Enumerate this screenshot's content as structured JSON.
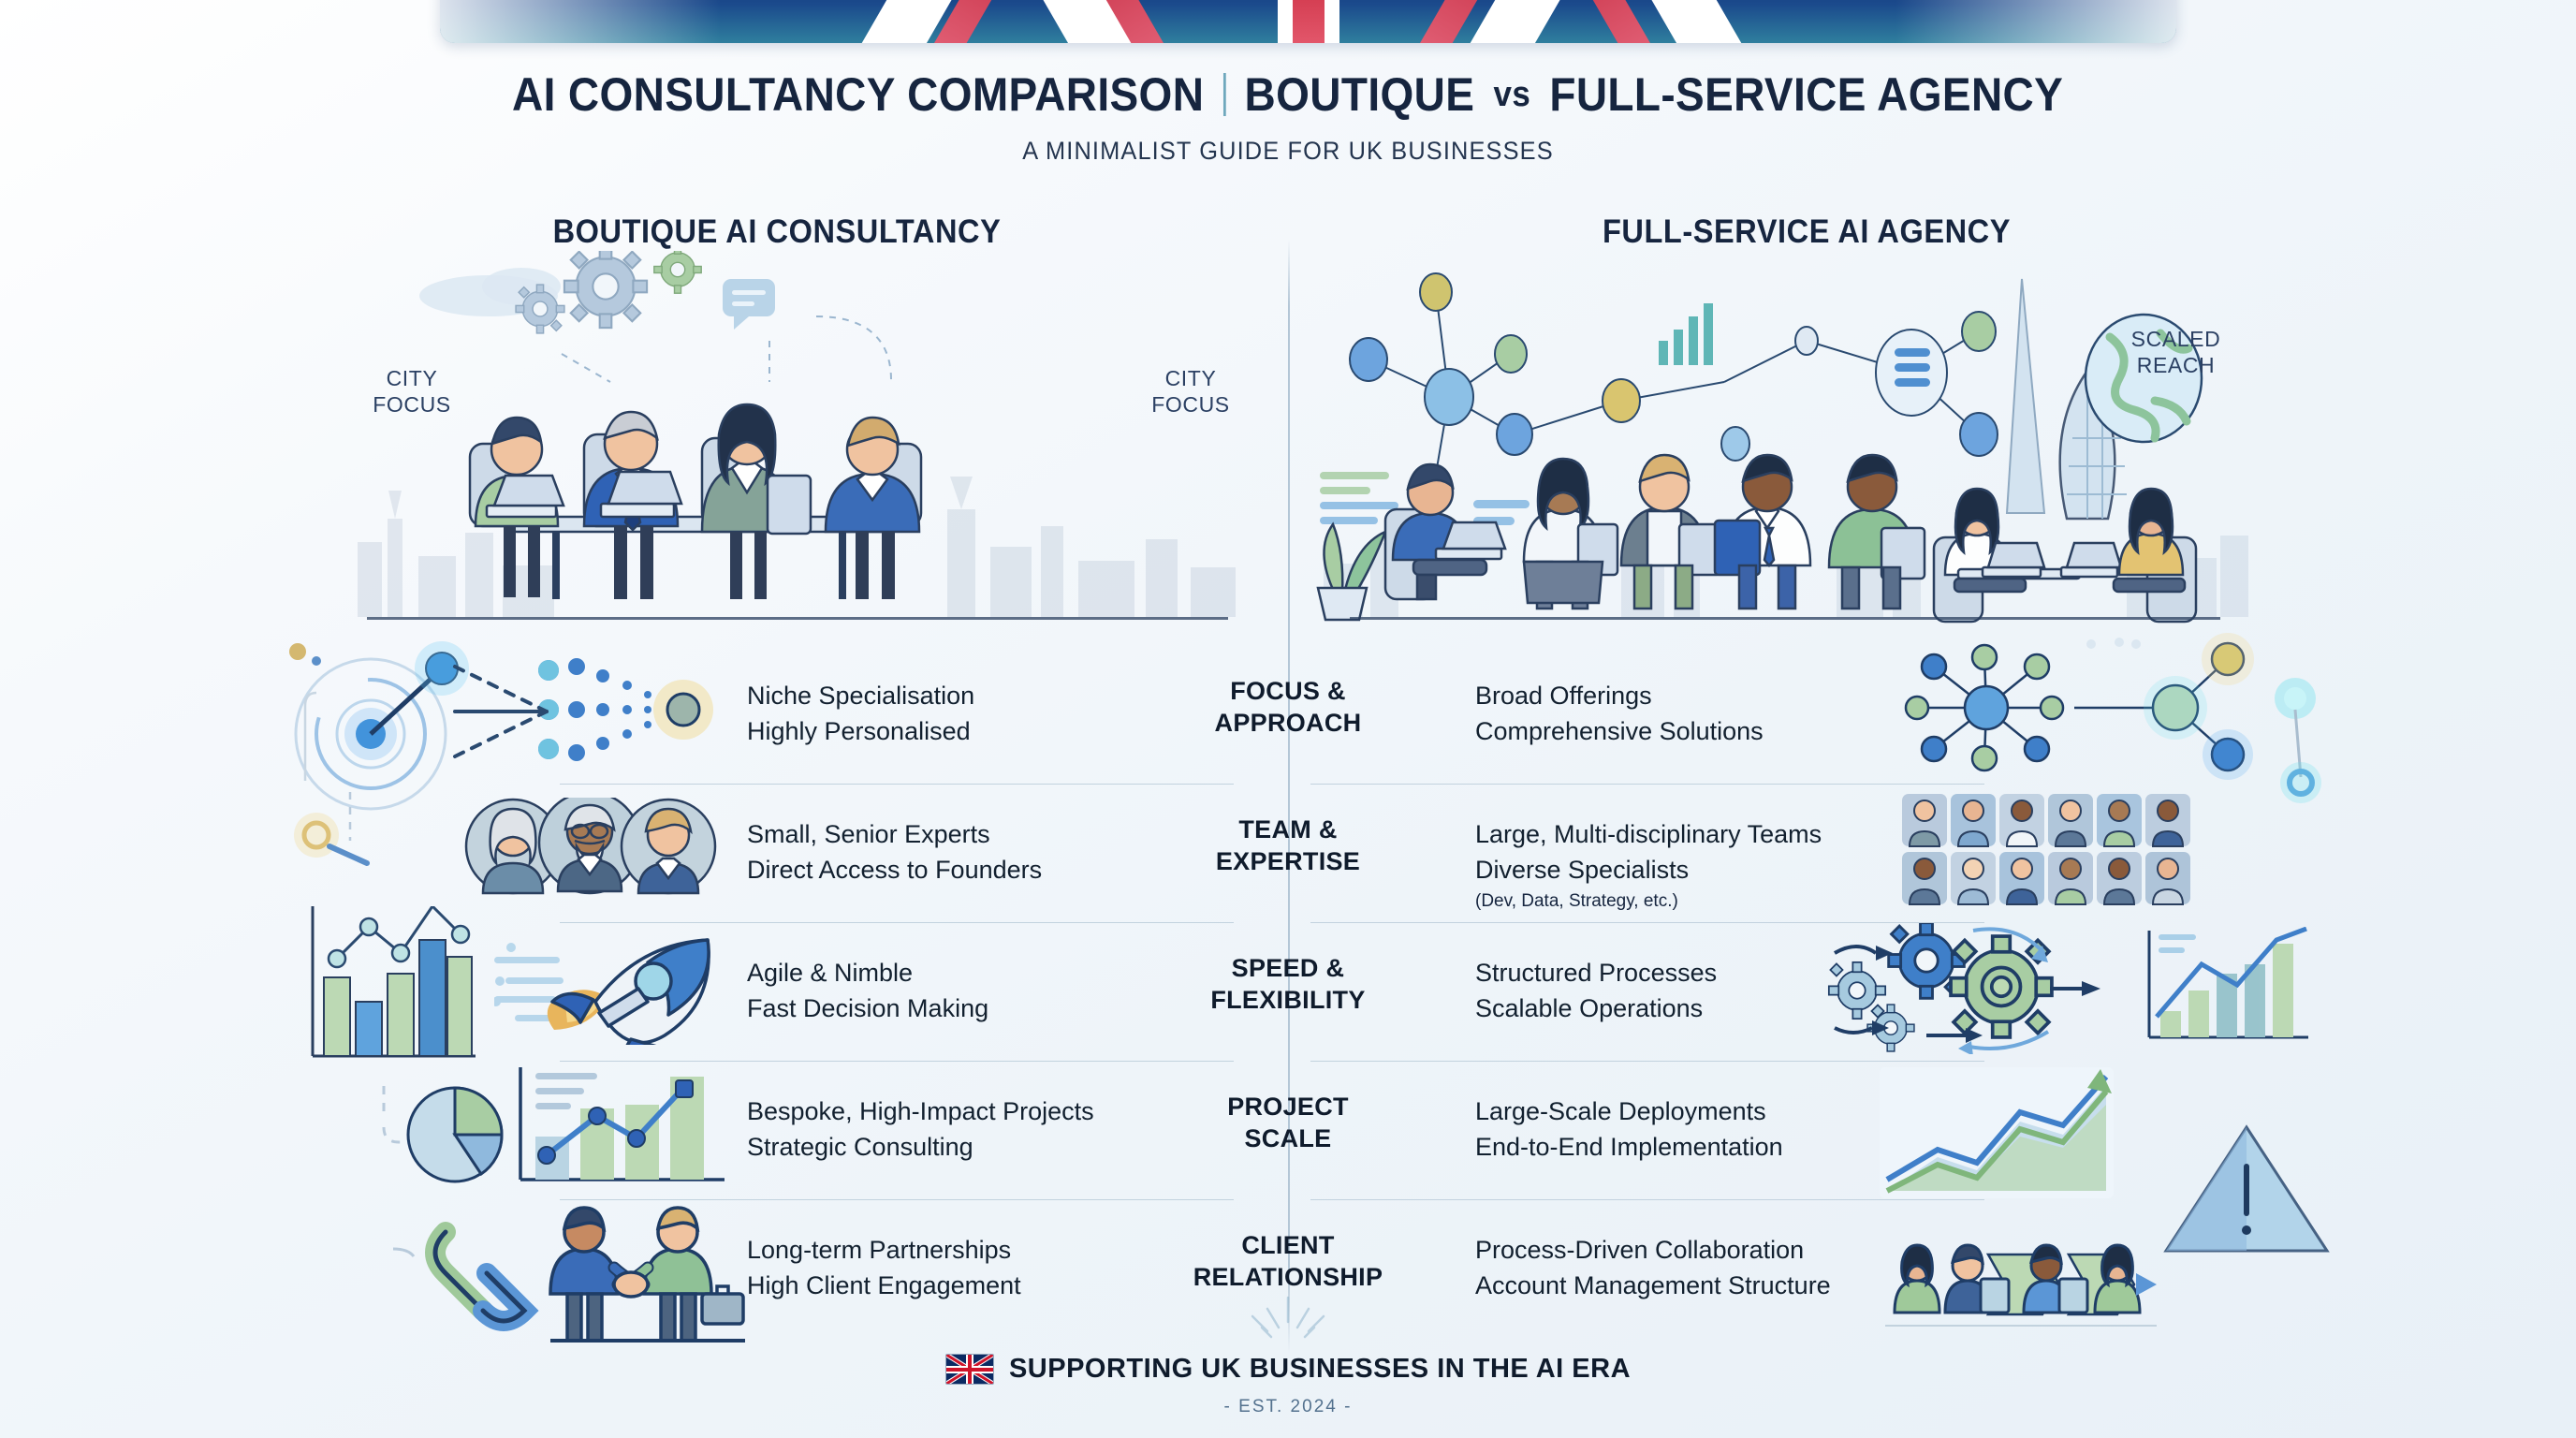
{
  "header": {
    "title_left": "AI CONSULTANCY COMPARISON",
    "title_right_a": "BOUTIQUE",
    "title_vs": "vs",
    "title_right_b": "FULL-SERVICE AGENCY",
    "subtitle": "A MINIMALIST GUIDE FOR UK BUSINESSES"
  },
  "columns": {
    "left_heading": "BOUTIQUE AI CONSULTANCY",
    "right_heading": "FULL-SERVICE AI AGENCY"
  },
  "hero": {
    "left_tag_1": "CITY\nFOCUS",
    "left_tag_1_l1": "CITY",
    "left_tag_1_l2": "FOCUS",
    "left_tag_2_l1": "CITY",
    "left_tag_2_l2": "FOCUS",
    "right_tag_l1": "SCALED",
    "right_tag_l2": "REACH"
  },
  "rows": [
    {
      "category_l1": "FOCUS &",
      "category_l2": "APPROACH",
      "left_l1": "Niche Specialisation",
      "left_l2": "Highly Personalised",
      "left_sub": "",
      "right_l1": "Broad Offerings",
      "right_l2": "Comprehensive Solutions",
      "right_sub": "",
      "left_icon": "converging-dots-icon",
      "right_icon": "network-nodes-icon"
    },
    {
      "category_l1": "TEAM &",
      "category_l2": "EXPERTISE",
      "left_l1": "Small, Senior Experts",
      "left_l2": "Direct Access to Founders",
      "left_sub": "",
      "right_l1": "Large, Multi-disciplinary Teams",
      "right_l2": "Diverse Specialists",
      "right_sub": "(Dev, Data, Strategy, etc.)",
      "left_icon": "three-senior-avatars-icon",
      "right_icon": "avatar-grid-icon"
    },
    {
      "category_l1": "SPEED &",
      "category_l2": "FLEXIBILITY",
      "left_l1": "Agile & Nimble",
      "left_l2": "Fast Decision Making",
      "left_sub": "",
      "right_l1": "Structured Processes",
      "right_l2": "Scalable Operations",
      "right_sub": "",
      "left_icon": "rocket-icon",
      "right_icon": "gears-process-icon"
    },
    {
      "category_l1": "PROJECT",
      "category_l2": "SCALE",
      "left_l1": "Bespoke, High-Impact Projects",
      "left_l2": "Strategic Consulting",
      "left_sub": "",
      "right_l1": "Large-Scale Deployments",
      "right_l2": "End-to-End Implementation",
      "right_sub": "",
      "left_icon": "pie-and-growth-chart-icon",
      "right_icon": "rising-line-chart-icon"
    },
    {
      "category_l1": "CLIENT",
      "category_l2": "RELATIONSHIP",
      "left_l1": "Long-term Partnerships",
      "left_l2": "High Client Engagement",
      "left_sub": "",
      "right_l1": "Process-Driven Collaboration",
      "right_l2": "Account Management Structure",
      "right_sub": "",
      "left_icon": "chain-link-handshake-icon",
      "right_icon": "team-arrows-icon"
    }
  ],
  "footer": {
    "tagline": "SUPPORTING UK BUSINESSES IN THE AI ERA",
    "established": "- EST. 2024 -",
    "flag_icon": "union-jack-flag-icon"
  },
  "colors": {
    "navy": "#16253f",
    "blue": "#3e7fc1",
    "light_blue": "#8ec4e0",
    "green": "#a8cda3",
    "gold": "#d9c070",
    "red": "#cf142b",
    "divider": "#b3c6d6",
    "background": "#eef4f9"
  }
}
